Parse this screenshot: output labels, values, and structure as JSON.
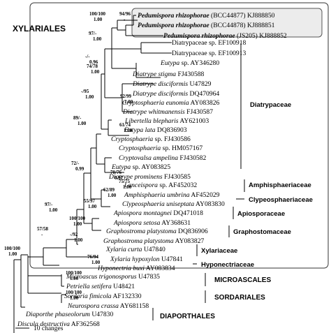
{
  "title": "XYLARIALES",
  "taxa": [
    {
      "genus": "Pedumispora rhizophorae",
      "rest": "(BCC44877) KJ888850",
      "bold": true
    },
    {
      "genus": "Pedumispora rhizophorae",
      "rest": "(BCC44878) KJ888851",
      "bold": true
    },
    {
      "genus": "Pedumispora rhizophorae",
      "rest": "(JS205) KJ888852",
      "bold": true
    },
    {
      "genus": "Diatrypaceae",
      "rest": "sp. EF100918",
      "plain_genus": true
    },
    {
      "genus": "Diatrypaceae",
      "rest": "sp. EF100913",
      "plain_genus": true
    },
    {
      "genus": "Eutypa",
      "rest": "sp. AY346280"
    },
    {
      "genus": "Diatrype stigma",
      "rest": "FJ430588"
    },
    {
      "genus": "Diatrype disciformis",
      "rest": "U47829"
    },
    {
      "genus": "Diatrype disciformis",
      "rest": "DQ470964"
    },
    {
      "genus": "Cryptosphaeria eunomia",
      "rest": "AY083826"
    },
    {
      "genus": "Diatrype whitmanensis",
      "rest": "FJ430587"
    },
    {
      "genus": "Libertella blepharis",
      "rest": "AY621003"
    },
    {
      "genus": "Eutypa lata",
      "rest": "DQ836903"
    },
    {
      "genus": "Cryptosphaeria",
      "rest": "sp. FJ430586"
    },
    {
      "genus": "Cryptosphaeria",
      "rest": "sp. HM057167"
    },
    {
      "genus": "Cryptovalsa ampelina",
      "rest": "FJ430582"
    },
    {
      "genus": "Eutypa",
      "rest": "sp. AY083825"
    },
    {
      "genus": "Diatrype prominens",
      "rest": "FJ430585"
    },
    {
      "genus": "Lanceispora",
      "rest": "sp. AF452032"
    },
    {
      "genus": "Amphisphaeria umbrina",
      "rest": "AF452029"
    },
    {
      "genus": "Clypeosphaeria uniseptata",
      "rest": "AY083830"
    },
    {
      "genus": "Apiospora montagnei",
      "rest": "DQ471018"
    },
    {
      "genus": "Apiospora setosa",
      "rest": "AY368631"
    },
    {
      "genus": "Graphostroma platystoma",
      "rest": "DQ836906"
    },
    {
      "genus": "Graphostroma platystoma",
      "rest": "AY083827"
    },
    {
      "genus": "Xylaria curta",
      "rest": "U47840"
    },
    {
      "genus": "Xylaria hypoxylon",
      "rest": "U47841"
    },
    {
      "genus": "Hyponectria buxi",
      "rest": "AY083834"
    },
    {
      "genus": "Microascus trigonosporus",
      "rest": "U47835"
    },
    {
      "genus": "Petriella setifera",
      "rest": "U48421"
    },
    {
      "genus": "Sordaria fimicola",
      "rest": "AF132330"
    },
    {
      "genus": "Neurospora crassa",
      "rest": "AY681158"
    },
    {
      "genus": "Diaporthe phaseolorum",
      "rest": "U47830"
    },
    {
      "genus": "Discula destructiva",
      "rest": "AF362568"
    }
  ],
  "supports": [
    {
      "top": "100/100",
      "bottom": "1.00"
    },
    {
      "top": "94/96",
      "bottom": "-"
    },
    {
      "top": "97/-",
      "bottom": "1.00"
    },
    {
      "top": "-/-",
      "bottom": "0.96"
    },
    {
      "top": "74/78",
      "bottom": "1.00"
    },
    {
      "top": "-/95",
      "bottom": "1.00"
    },
    {
      "top": "92/99",
      "bottom": "1.00"
    },
    {
      "top": "89/-",
      "bottom": "1.00"
    },
    {
      "top": "61/74",
      "bottom": "1.00"
    },
    {
      "top": "72/-",
      "bottom": "0.99"
    },
    {
      "top": "70/76",
      "bottom": "0.97"
    },
    {
      "top": "75/75",
      "bottom": "1.00"
    },
    {
      "top": "62/89",
      "bottom": "1.00"
    },
    {
      "top": "55/97",
      "bottom": "1.00"
    },
    {
      "top": "97/-",
      "bottom": "1.00"
    },
    {
      "top": "100/100",
      "bottom": "1.00"
    },
    {
      "top": "-/92",
      "bottom": "1.00"
    },
    {
      "top": "57/58",
      "bottom": "-"
    },
    {
      "top": "76/94",
      "bottom": "1.00"
    },
    {
      "top": "100/100",
      "bottom": "1.00"
    },
    {
      "top": "100/100",
      "bottom": "1.00"
    },
    {
      "top": "100/100",
      "bottom": "1.00"
    }
  ],
  "families": {
    "diatrypaceae": "Diatrypaceae",
    "amphisphaeriaceae": "Amphisphaeriaceae",
    "clypeosphaeriaceae": "Clypeosphaeriaceae",
    "apiosporaceae": "Apiosporaceae",
    "graphostomaceae": "Graphostomaceae",
    "xylariaceae": "Xylariaceae",
    "hyponectriaceae": "Hyponectriaceae"
  },
  "orders": {
    "microascales": "MICROASCALES",
    "sordariales": "SORDARIALES",
    "diaporthales": "DIAPORTHALES"
  },
  "scale_label": "10 changes"
}
